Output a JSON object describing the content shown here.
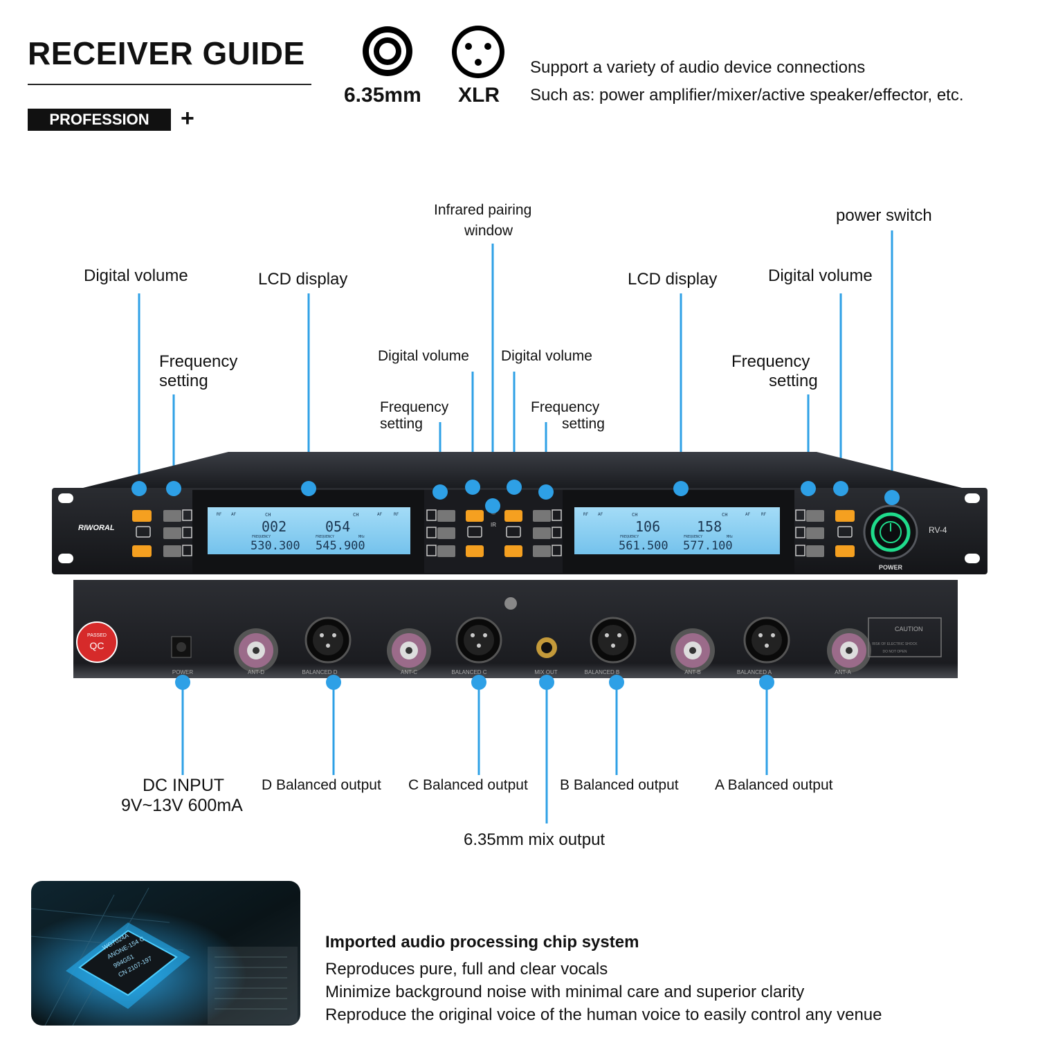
{
  "header": {
    "title": "RECEIVER GUIDE",
    "badge": "PROFESSION",
    "plus": "+",
    "connectors": [
      {
        "label": "6.35mm",
        "icon": "jack-icon"
      },
      {
        "label": "XLR",
        "icon": "xlr-icon"
      }
    ],
    "support_lines": [
      "Support a variety of audio device connections",
      "Such as: power amplifier/mixer/active speaker/effector, etc."
    ]
  },
  "front_callouts": {
    "ir_line1": "Infrared pairing",
    "ir_line2": "window",
    "power_switch": "power switch",
    "digital_volume_left": "Digital volume",
    "lcd_left": "LCD display",
    "lcd_right": "LCD display",
    "digital_volume_right": "Digital volume",
    "freq_left_1": "Frequency",
    "freq_left_2": "setting",
    "freq_right_1": "Frequency",
    "freq_right_2": "setting",
    "digital_volume_center_left": "Digital volume",
    "digital_volume_center_right": "Digital volume",
    "freq_center_left_1": "Frequency",
    "freq_center_left_2": "setting",
    "freq_center_right_1": "Frequency",
    "freq_center_right_2": "setting"
  },
  "device": {
    "brand": "RIWORAL",
    "model": "RV-4",
    "power_label": "POWER",
    "ir_label": "IR",
    "lcd_left": {
      "ch_a": "002",
      "ch_b": "054",
      "freq_a": "530.300",
      "freq_b": "545.900"
    },
    "lcd_right": {
      "ch_a": "106",
      "ch_b": "158",
      "freq_a": "561.500",
      "freq_b": "577.100"
    },
    "lcd_small": {
      "ch": "CH",
      "rf": "RF",
      "af": "AF",
      "frequency": "FREQUENCY",
      "mhz": "MHz"
    },
    "rear_labels": [
      "POWER",
      "ANT-D",
      "BALANCED D",
      "ANT-C",
      "BALANCED C",
      "MIX OUT",
      "BALANCED B",
      "ANT-B",
      "BALANCED A",
      "ANT-A"
    ],
    "qc_label": "QC",
    "qc_passed": "PASSED",
    "caution": "CAUTION",
    "caution_sub1": "RISK OF ELECTRIC SHOCK",
    "caution_sub2": "DO NOT OPEN"
  },
  "rear_callouts": {
    "dc_line1": "DC INPUT",
    "dc_line2": "9V~13V 600mA",
    "d_out": "D Balanced output",
    "c_out": "C Balanced output",
    "b_out": "B Balanced output",
    "a_out": "A Balanced output",
    "mix_out": "6.35mm mix output"
  },
  "features": {
    "heading": "Imported audio processing chip system",
    "lines": [
      "Reproduces pure, full and clear vocals",
      "Minimize background noise with minimal care and superior clarity",
      "Reproduce the original voice of the human voice to easily control any venue"
    ],
    "chip_text": [
      "WG7024A",
      "ANONE-154 C",
      "994G51",
      "CN 2107-197"
    ]
  },
  "colors": {
    "accent": "#2ea0e6",
    "orange": "#f5a020",
    "lcd": "#8fd0f0",
    "power_ring": "#1fdc8c"
  }
}
